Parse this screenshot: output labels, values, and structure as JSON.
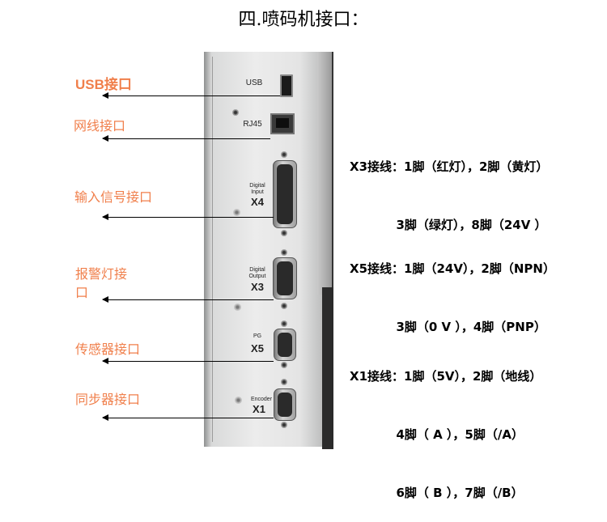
{
  "title": "四.喷码机接口：",
  "device": {
    "usb_label": "USB",
    "rj45_label": "RJ45",
    "x4_sub": "Digital\nInput",
    "x4_name": "X4",
    "x3_sub": "Digital\nOutput",
    "x3_name": "X3",
    "x5_sub": "PG",
    "x5_name": "X5",
    "x1_sub": "Encoder",
    "x1_name": "X1"
  },
  "labels": {
    "usb": "USB接口",
    "network": "网线接口",
    "input": "输入信号接口",
    "alarm_line1": "报警灯接",
    "alarm_line2": "口",
    "sensor": "传感器接口",
    "sync": "同步器接口"
  },
  "wiring": {
    "x3_line1": "X3接线：1脚（红灯），2脚（黄灯）",
    "x3_line2": "           3脚（绿灯），8脚（24V ）",
    "x5_line1": "X5接线：1脚（24V），2脚（NPN）",
    "x5_line2": "           3脚（0 V ），4脚（PNP）",
    "x1_line1": "X1接线：1脚（5V），2脚（地线）",
    "x1_line2": "           4脚（ A ），5脚（/A）",
    "x1_line3": "           6脚（ B ），7脚（/B）"
  },
  "colors": {
    "label": "#f07f4b",
    "text": "#000000"
  }
}
